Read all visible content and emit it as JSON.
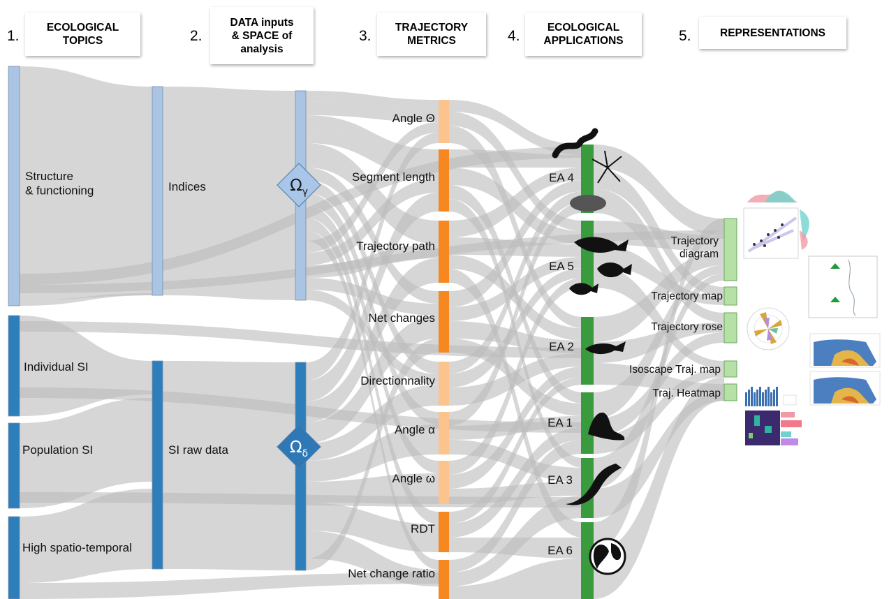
{
  "headers": [
    {
      "number": "1.",
      "title": "ECOLOGICAL\nTOPICS"
    },
    {
      "number": "2.",
      "title": "DATA inputs\n& SPACE of\nanalysis"
    },
    {
      "number": "3.",
      "title": "TRAJECTORY\nMETRICS"
    },
    {
      "number": "4.",
      "title": "ECOLOGICAL\nAPPLICATIONS"
    },
    {
      "number": "5.",
      "title": "REPRESENTATIONS"
    }
  ],
  "topics": [
    "Structure\n& functioning",
    "Individual SI",
    "Population SI",
    "High spatio-temporal"
  ],
  "data_inputs": [
    "Indices",
    "SI raw data"
  ],
  "spaces": [
    "Ωγ",
    "Ωδ"
  ],
  "metrics": [
    "Angle Θ",
    "Segment length",
    "Trajectory path",
    "Net changes",
    "Directionnality",
    "Angle α",
    "Angle ω",
    "RDT",
    "Net change ratio"
  ],
  "applications": [
    "EA 4",
    "EA 5",
    "EA 2",
    "EA 1",
    "EA 3",
    "EA 6"
  ],
  "representations": [
    "Trajectory\ndiagram",
    "Trajectory map",
    "Trajectory rose",
    "Isoscape Traj. map",
    "Traj. Heatmap"
  ],
  "colors": {
    "light_blue": "#aac4e4",
    "dark_blue": "#2e7ebc",
    "light_orange": "#fbc48c",
    "dark_orange": "#f7871f",
    "green": "#3a9a3e",
    "light_green": "#b6e0a6",
    "flow": "#bdbdbd"
  }
}
